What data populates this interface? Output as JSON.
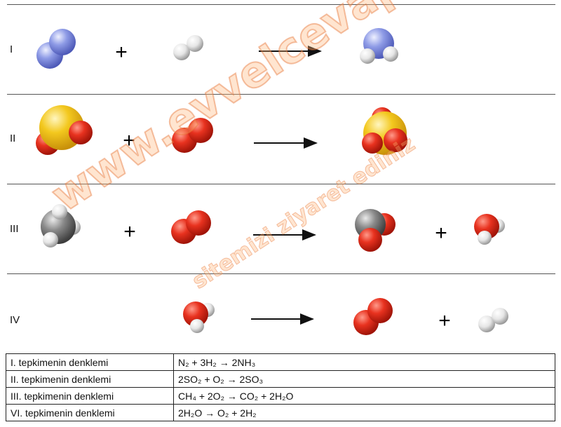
{
  "rows": [
    {
      "label": "I"
    },
    {
      "label": "II"
    },
    {
      "label": "III"
    },
    {
      "label": "IV"
    }
  ],
  "symbols": {
    "plus": "+"
  },
  "equations": [
    {
      "name": "I. tepkimenin denklemi",
      "formula": "N₂ + 3H₂ → 2NH₃"
    },
    {
      "name": "II. tepkimenin denklemi",
      "formula": "2SO₂ + O₂ → 2SO₃"
    },
    {
      "name": "III. tepkimenin denklemi",
      "formula": "CH₄ + 2O₂ → CO₂ + 2H₂O"
    },
    {
      "name": "VI. tepkimenin denklemi",
      "formula": "2H₂O → O₂ + 2H₂"
    }
  ],
  "watermark": {
    "main": "www.evvelcevap.com",
    "sub": "sitemizi ziyaret ediniz"
  },
  "colors": {
    "nitrogen": "#7f8fe0",
    "hydrogen": "#f2f2f2",
    "oxygen": "#e02a1a",
    "sulfur": "#f2c419",
    "carbon": "#707070"
  }
}
